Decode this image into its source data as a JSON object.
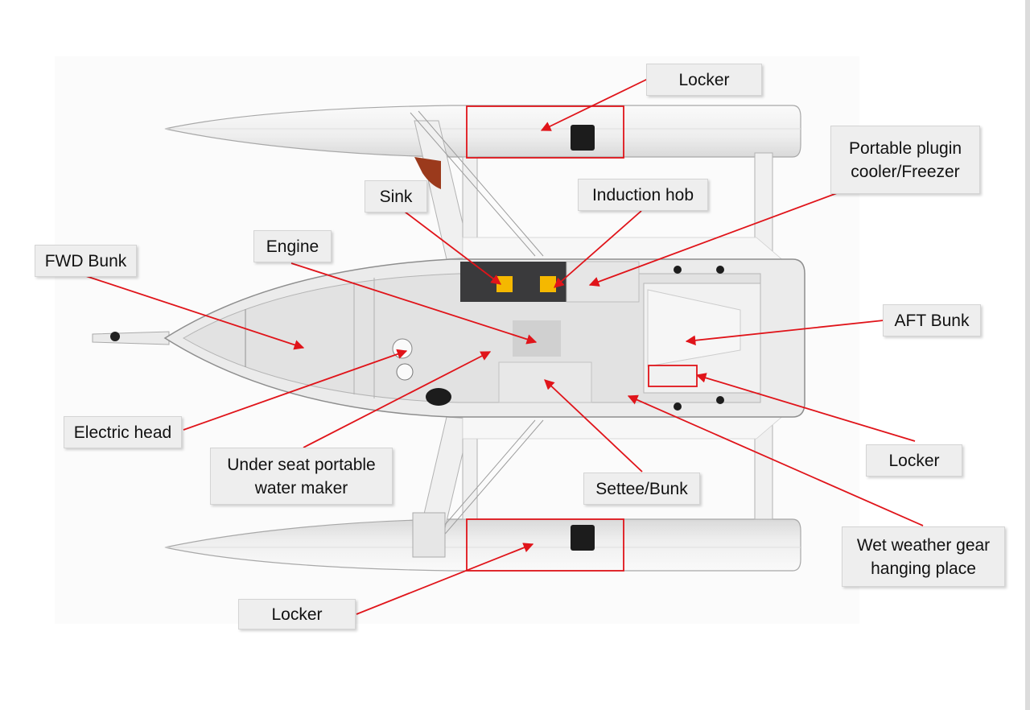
{
  "diagram": {
    "subject": "trimaran-top-view-layout",
    "colors": {
      "background": "#ffffff",
      "hull": "#f2f2f2",
      "hull_edge": "#9a9a9a",
      "deck": "#e4e4e4",
      "galley_counter": "#3a3a3c",
      "appliance": "#f5b800",
      "callout": "#e0141a",
      "label_bg": "#eeeeee"
    },
    "labels": {
      "locker_top": "Locker",
      "portable_cooler": "Portable plugin\ncooler/Freezer",
      "sink": "Sink",
      "induction_hob": "Induction hob",
      "engine": "Engine",
      "fwd_bunk": "FWD Bunk",
      "aft_bunk": "AFT Bunk",
      "electric_head": "Electric head",
      "water_maker": "Under seat portable\nwater maker",
      "settee": "Settee/Bunk",
      "locker_right": "Locker",
      "wet_weather": "Wet weather gear\nhanging place",
      "locker_bottom": "Locker"
    }
  }
}
